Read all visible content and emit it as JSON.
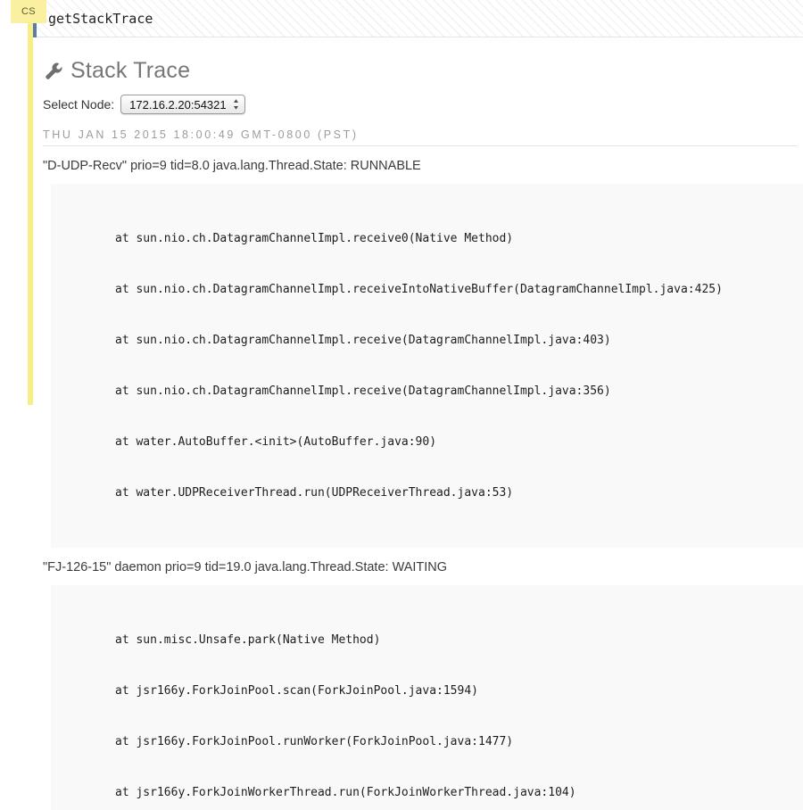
{
  "notebook": {
    "cell_badge": "CS",
    "input_text": "getStackTrace"
  },
  "section": {
    "icon": "wrench-icon",
    "title": "Stack Trace"
  },
  "node_picker": {
    "label": "Select Node:",
    "selected": "172.16.2.20:54321",
    "options": [
      "172.16.2.20:54321"
    ],
    "arrows_icon": "updown-arrows-icon"
  },
  "timestamp": "THU JAN 15 2015 18:00:49 GMT-0800 (PST)",
  "threads": [
    {
      "header": "\"D-UDP-Recv\" prio=9 tid=8.0 java.lang.Thread.State: RUNNABLE",
      "frames": [
        "at sun.nio.ch.DatagramChannelImpl.receive0(Native Method)",
        "at sun.nio.ch.DatagramChannelImpl.receiveIntoNativeBuffer(DatagramChannelImpl.java:425)",
        "at sun.nio.ch.DatagramChannelImpl.receive(DatagramChannelImpl.java:403)",
        "at sun.nio.ch.DatagramChannelImpl.receive(DatagramChannelImpl.java:356)",
        "at water.AutoBuffer.<init>(AutoBuffer.java:90)",
        "at water.UDPReceiverThread.run(UDPReceiverThread.java:53)"
      ]
    },
    {
      "header": "\"FJ-126-15\" daemon prio=9 tid=19.0 java.lang.Thread.State: WAITING",
      "frames": [
        "at sun.misc.Unsafe.park(Native Method)",
        "at jsr166y.ForkJoinPool.scan(ForkJoinPool.java:1594)",
        "at jsr166y.ForkJoinPool.runWorker(ForkJoinPool.java:1477)",
        "at jsr166y.ForkJoinWorkerThread.run(ForkJoinWorkerThread.java:104)"
      ]
    }
  ],
  "colors": {
    "rail": "#f7ef86",
    "badge": "#faf0a0",
    "input_gutter": "#5b7ba8",
    "code_bg": "#f9f9f9"
  }
}
